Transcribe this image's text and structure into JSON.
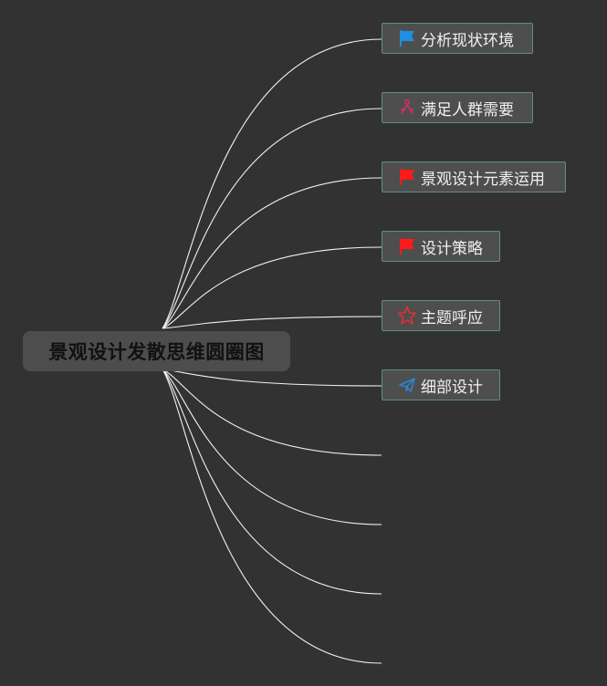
{
  "mindmap": {
    "root": {
      "label": "景观设计发散思维圆圈图"
    },
    "branches": [
      {
        "label": "分析现状环境",
        "icon": "blue-flag-icon",
        "color": "#1e90e0"
      },
      {
        "label": "满足人群需要",
        "icon": "people-icon",
        "color": "#d0306a"
      },
      {
        "label": "景观设计元素运用",
        "icon": "red-flag-icon",
        "color": "#ff1a1a"
      },
      {
        "label": "设计策略",
        "icon": "red-flag-icon",
        "color": "#ff1a1a"
      },
      {
        "label": "主题呼应",
        "icon": "star-outline-icon",
        "color": "#e03030"
      },
      {
        "label": "细部设计",
        "icon": "paper-plane-icon",
        "color": "#2a86d4"
      }
    ],
    "empty_branch_count": 4,
    "line_color": "#f2f2f2"
  }
}
